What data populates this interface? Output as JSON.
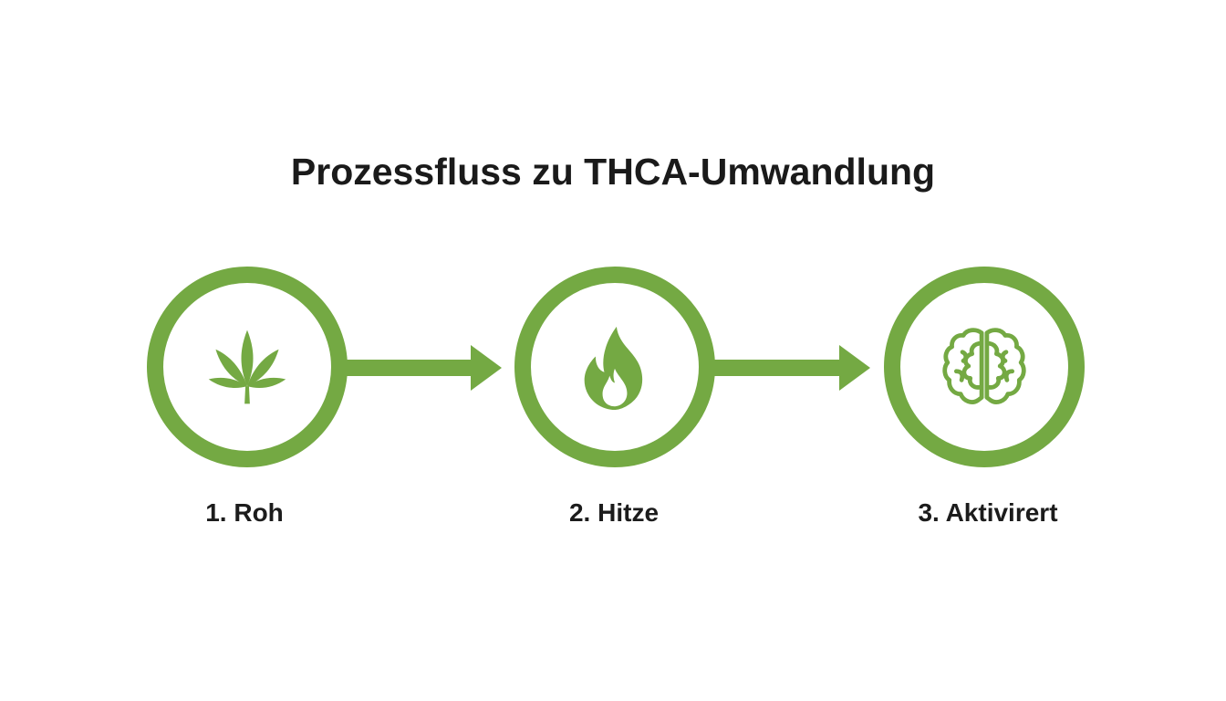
{
  "title": "Prozessfluss zu THCA-Umwandlung",
  "accent_color": "#74a943",
  "steps": [
    {
      "label": "1. Roh",
      "icon": "cannabis-leaf-icon"
    },
    {
      "label": "2. Hitze",
      "icon": "flame-icon"
    },
    {
      "label": "3. Aktivirert",
      "icon": "brain-icon"
    }
  ],
  "connectors": [
    {
      "icon": "arrow-right-icon"
    },
    {
      "icon": "arrow-right-icon"
    }
  ]
}
